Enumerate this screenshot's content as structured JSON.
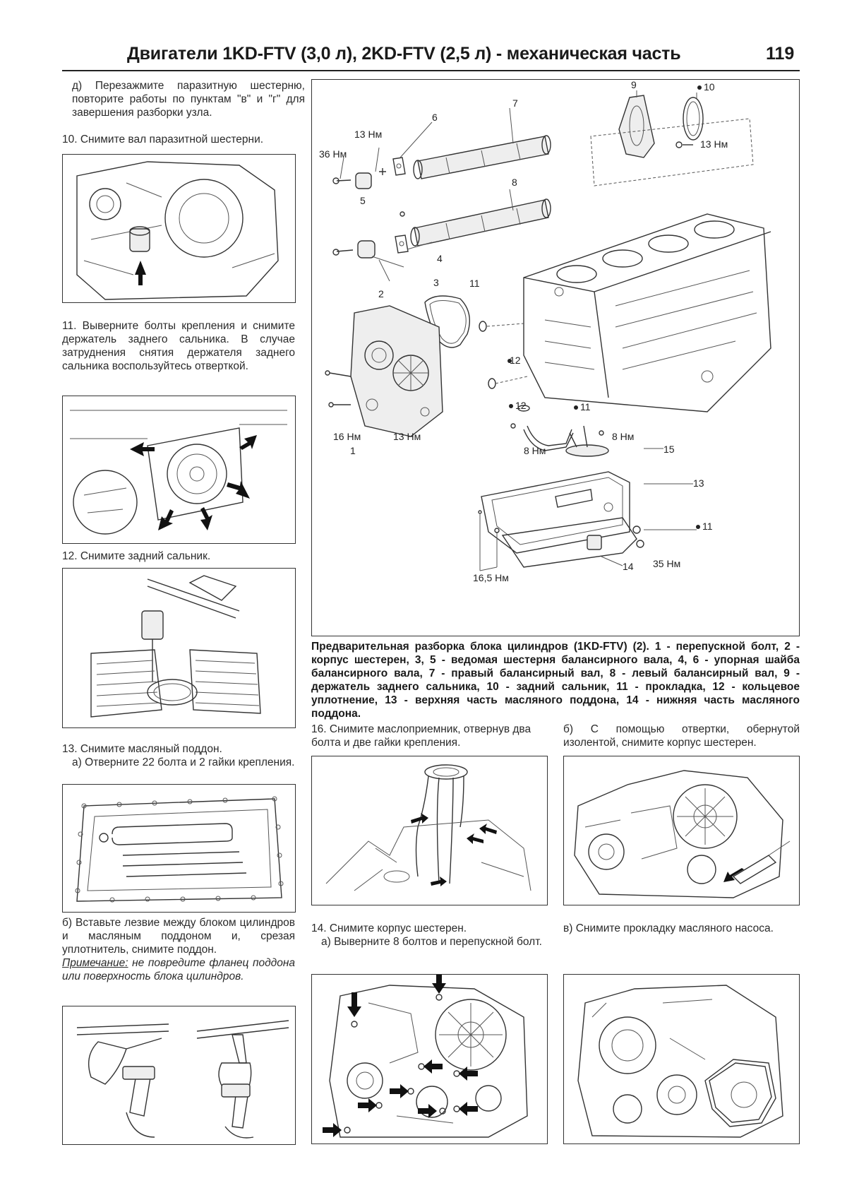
{
  "header": {
    "title": "Двигатели 1KD-FTV (3,0 л), 2KD-FTV (2,5 л) - механическая часть",
    "page_number": "119"
  },
  "left_column": {
    "step_d": "д) Перезажмите паразитную шестерню, повторите работы по пунктам \"в\" и \"г\" для завершения разборки узла.",
    "step_10": "10. Снимите вал паразитной шестерни.",
    "step_11": "11. Выверните болты крепления и снимите держатель заднего сальника. В случае затруднения снятия держателя заднего сальника воспользуйтесь отверткой.",
    "step_12": "12. Снимите задний сальник.",
    "step_13_title": "13. Снимите масляный поддон.",
    "step_13_a": "а) Отверните 22 болта и 2 гайки крепления.",
    "step_13_b": "б) Вставьте лезвие между блоком цилиндров и масляным поддоном и, срезая уплотнитель, снимите поддон.",
    "note_head": "Примечание:",
    "note_text": "не повредите фланец поддона или поверхность блока цилиндров."
  },
  "diagram": {
    "labels": {
      "n1": "1",
      "n2": "2",
      "n3": "3",
      "n4": "4",
      "n5": "5",
      "n6": "6",
      "n7": "7",
      "n8": "8",
      "n9": "9",
      "n10": "10",
      "n11a": "11",
      "n11b": "11",
      "n11c": "11",
      "n12a": "12",
      "n12b": "12",
      "n13": "13",
      "n14": "14",
      "n15": "15"
    },
    "torques": {
      "t13_top": "13 Нм",
      "t36": "36 Нм",
      "t13_right": "13 Нм",
      "t16": "16 Нм",
      "t13_bottom": "13 Нм",
      "t8_left": "8 Нм",
      "t8_right": "8 Нм",
      "t16_5": "16,5 Нм",
      "t35": "35 Нм"
    },
    "caption": "Предварительная разборка блока цилиндров (1KD-FTV) (2). 1 - перепускной болт, 2 - корпус шестерен, 3, 5 - ведомая шестерня балансирного вала, 4, 6 - упорная шайба балансирного вала, 7 - правый балансирный вал, 8 - левый балансирный вал, 9 - держатель заднего сальника, 10 - задний сальник, 11 - прокладка, 12 - кольцевое уплотнение, 13 - верхняя часть масляного поддона, 14 - нижняя часть масляного поддона."
  },
  "middle_column": {
    "step_16": "16. Снимите маслоприемник, отвернув два болта и две гайки крепления.",
    "step_14_title": "14. Снимите корпус шестерен.",
    "step_14_a": "а) Выверните 8 болтов и перепускной болт."
  },
  "right_column": {
    "step_b": "б) С помощью отвертки, обернутой изолентой, снимите корпус шестерен.",
    "step_v": "в) Снимите прокладку масляного насоса."
  },
  "colors": {
    "ink": "#1a1a1a",
    "frame": "#333333",
    "paper": "#ffffff"
  }
}
